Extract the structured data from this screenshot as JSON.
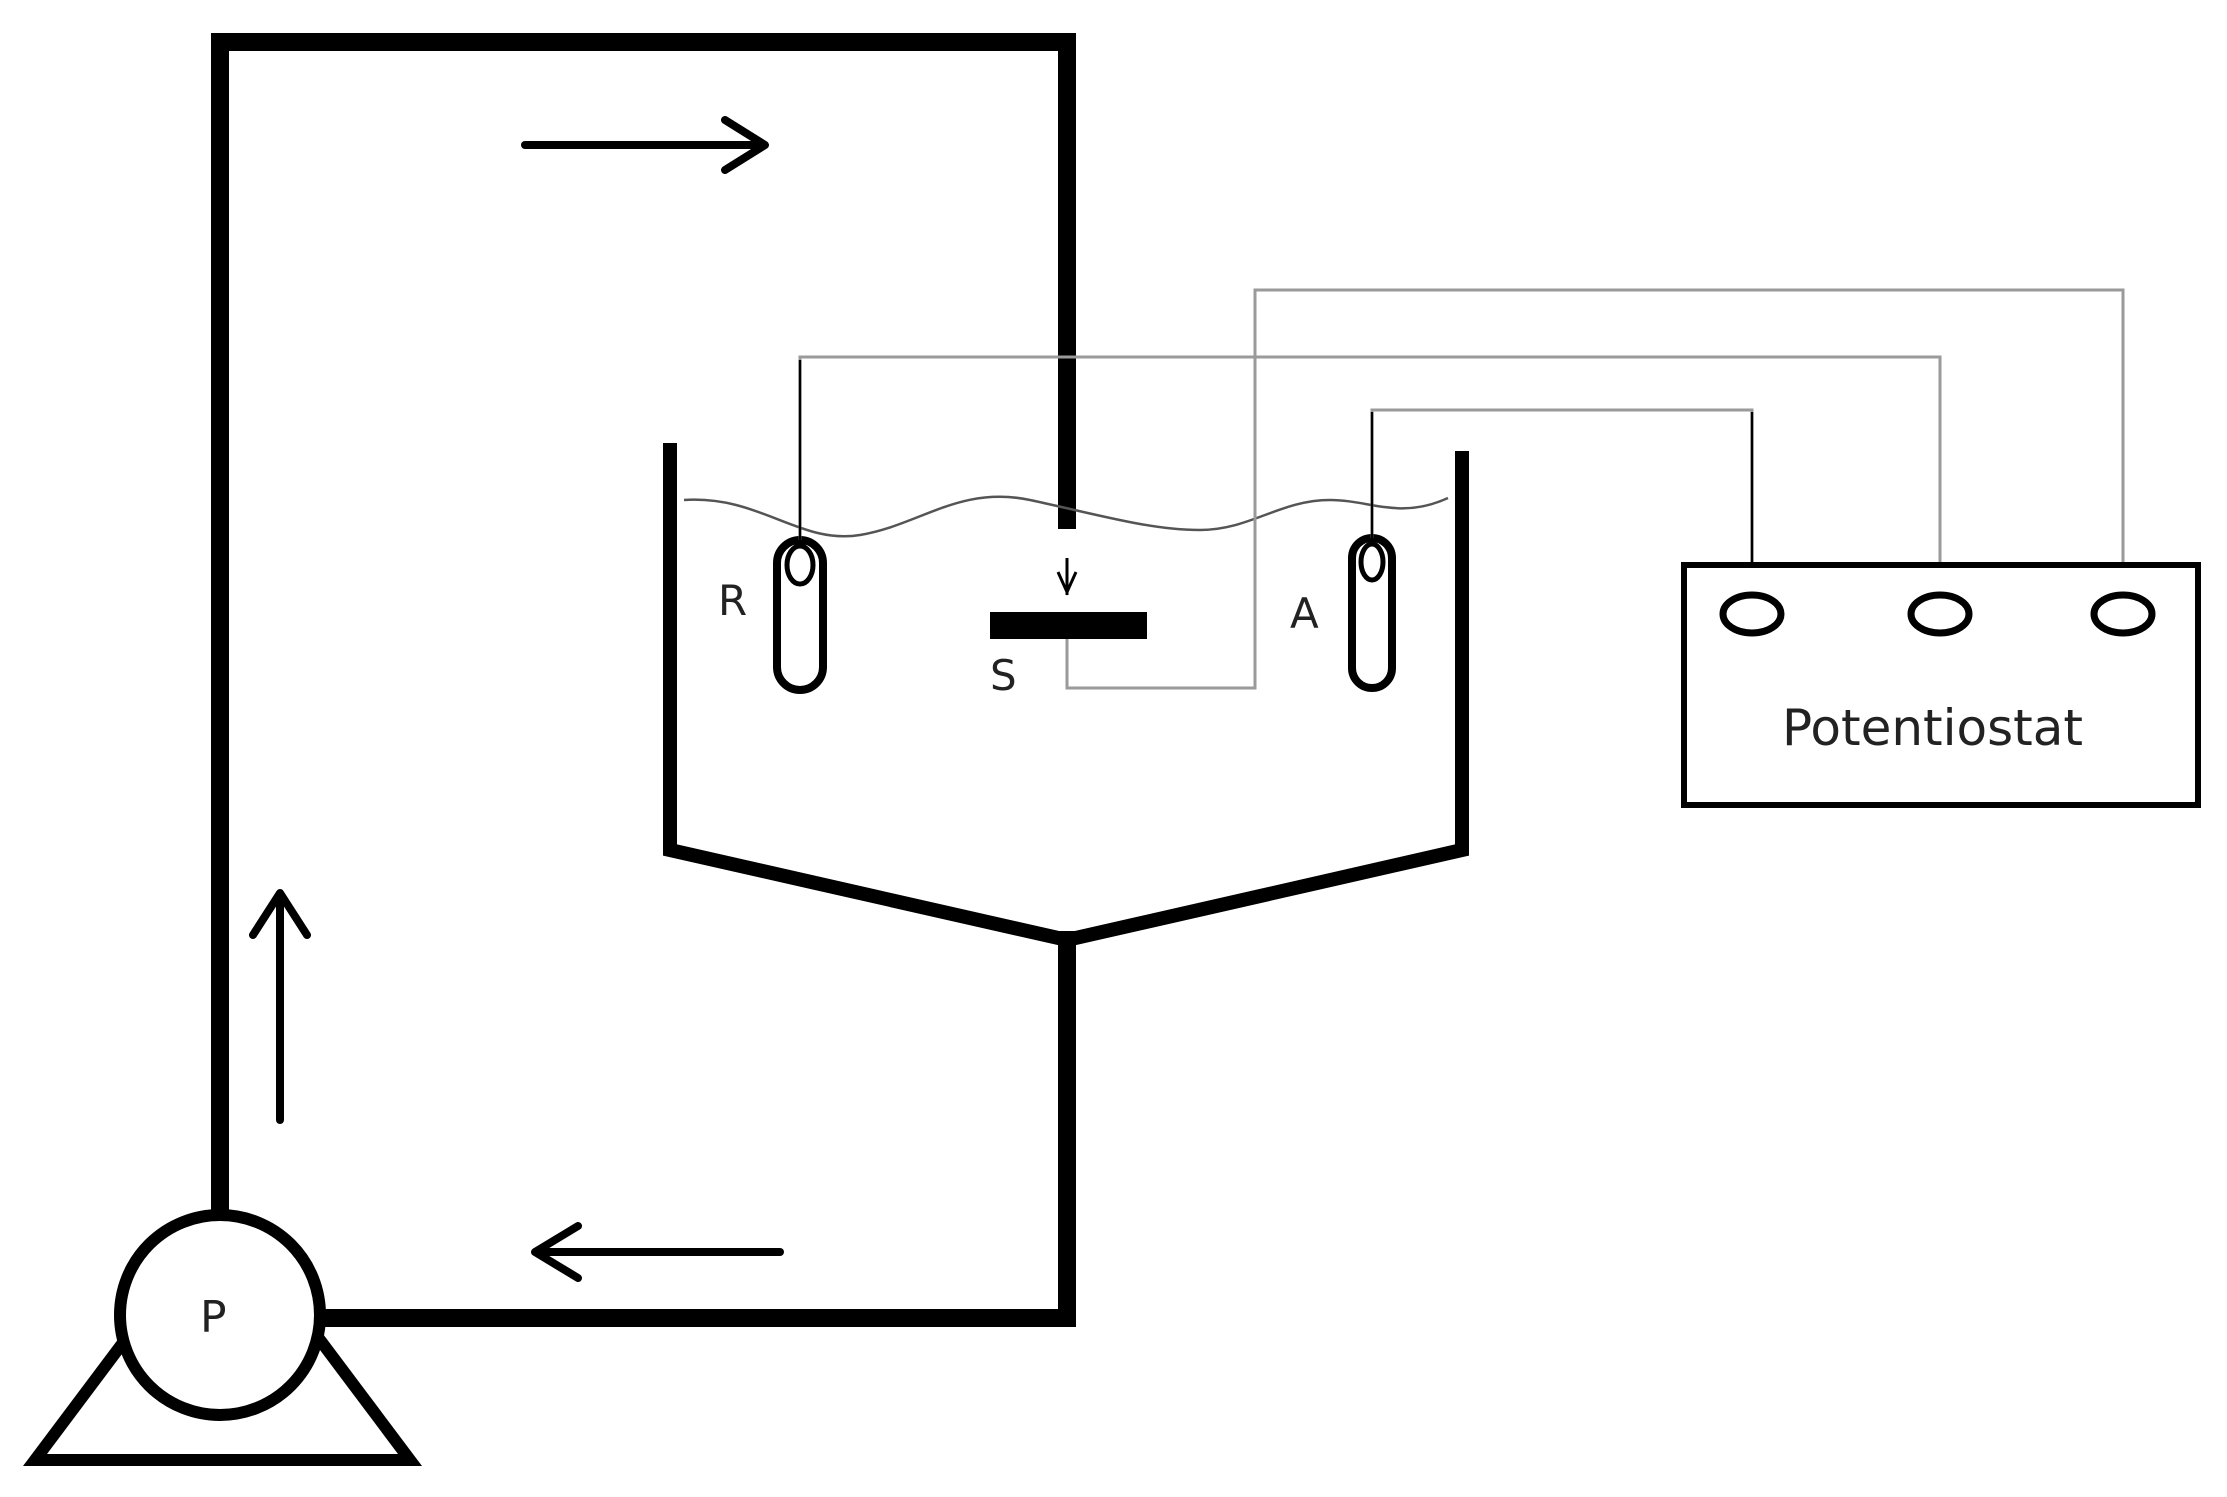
{
  "labels": {
    "reference_electrode": "R",
    "sample": "S",
    "auxiliary_electrode": "A",
    "pump": "P",
    "potentiostat": "Potentiostat"
  }
}
